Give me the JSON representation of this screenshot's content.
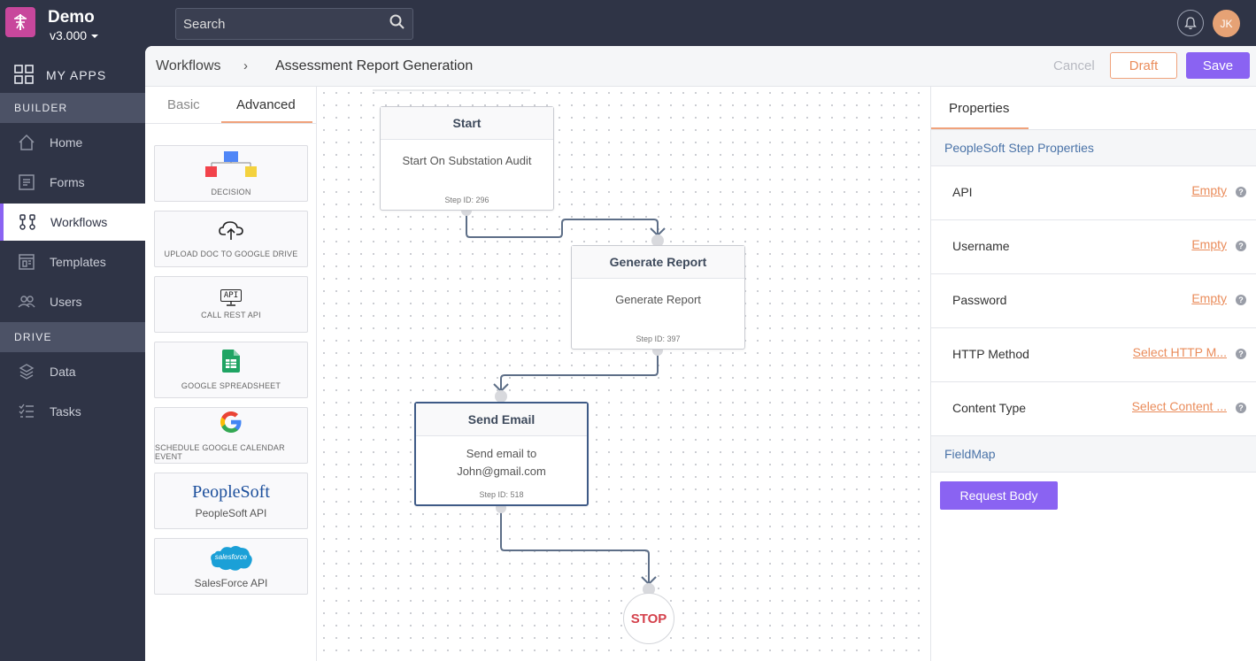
{
  "app": {
    "name": "Demo",
    "version": "v3.000",
    "user_initials": "JK"
  },
  "search": {
    "placeholder": "Search"
  },
  "sidebar": {
    "my_apps": "MY APPS",
    "builder_header": "BUILDER",
    "drive_header": "DRIVE",
    "items": [
      {
        "label": "Home",
        "icon": "home-icon"
      },
      {
        "label": "Forms",
        "icon": "forms-icon"
      },
      {
        "label": "Workflows",
        "icon": "workflows-icon",
        "active": true
      },
      {
        "label": "Templates",
        "icon": "templates-icon"
      },
      {
        "label": "Users",
        "icon": "users-icon"
      },
      {
        "label": "Data",
        "icon": "data-icon"
      },
      {
        "label": "Tasks",
        "icon": "tasks-icon"
      }
    ]
  },
  "header": {
    "breadcrumb_root": "Workflows",
    "breadcrumb_sep": "›",
    "title": "Assessment Report Generation",
    "cancel": "Cancel",
    "draft": "Draft",
    "save": "Save"
  },
  "palette": {
    "tabs": [
      "Basic",
      "Advanced"
    ],
    "active_tab": "Advanced",
    "items": [
      {
        "label": "DECISION",
        "icon": "decision-icon"
      },
      {
        "label": "UPLOAD DOC TO GOOGLE DRIVE",
        "icon": "cloud-upload-icon"
      },
      {
        "label": "CALL REST API",
        "icon": "api-icon",
        "icon_text": "API"
      },
      {
        "label": "GOOGLE SPREADSHEET",
        "icon": "google-sheets-icon"
      },
      {
        "label": "SCHEDULE GOOGLE CALENDAR EVENT",
        "icon": "google-icon",
        "icon_text": "G"
      },
      {
        "label": "PeopleSoft API",
        "icon": "peoplesoft-logo",
        "icon_text": "PeopleSoft"
      },
      {
        "label": "SalesForce API",
        "icon": "salesforce-logo",
        "icon_text": "salesforce"
      }
    ]
  },
  "workflow": {
    "nodes": [
      {
        "title": "Start",
        "body": "Start On Substation Audit",
        "step_id": "Step ID: 296"
      },
      {
        "title": "Generate Report",
        "body": "Generate Report",
        "step_id": "Step ID: 397"
      },
      {
        "title": "Send Email",
        "body": "Send email to John@gmail.com",
        "step_id": "Step ID: 518"
      }
    ],
    "stop_label": "STOP",
    "selected_node": "Send Email"
  },
  "properties": {
    "tab": "Properties",
    "section_title": "PeopleSoft Step Properties",
    "rows": [
      {
        "label": "API",
        "value": "Empty"
      },
      {
        "label": "Username",
        "value": "Empty"
      },
      {
        "label": "Password",
        "value": "Empty"
      },
      {
        "label": "HTTP Method",
        "value": "Select HTTP M..."
      },
      {
        "label": "Content Type",
        "value": "Select Content ..."
      }
    ],
    "help_glyph": "?",
    "fieldmap_title": "FieldMap",
    "request_body_button": "Request Body"
  },
  "colors": {
    "accent": "#8a63f2",
    "orange": "#ea8c5b",
    "sidebar_bg": "#2f3446",
    "stop_red": "#d4414c"
  }
}
